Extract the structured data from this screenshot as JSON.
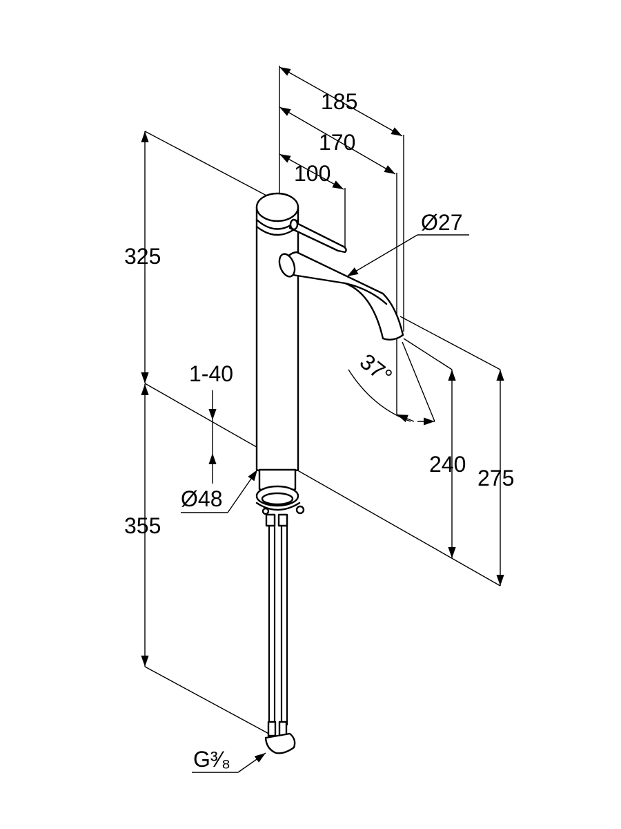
{
  "diagram": {
    "dimensions": {
      "depth_overall": "185",
      "spout_reach": "170",
      "lever_reach": "100",
      "spout_diameter": "Ø27",
      "height_above_deck": "325",
      "spout_angle": "37°",
      "deck_thickness": "1-40",
      "base_diameter": "Ø48",
      "spout_outlet_height": "240",
      "spout_height": "275",
      "hose_length": "355",
      "connection_thread": "G³⁄₈"
    }
  }
}
